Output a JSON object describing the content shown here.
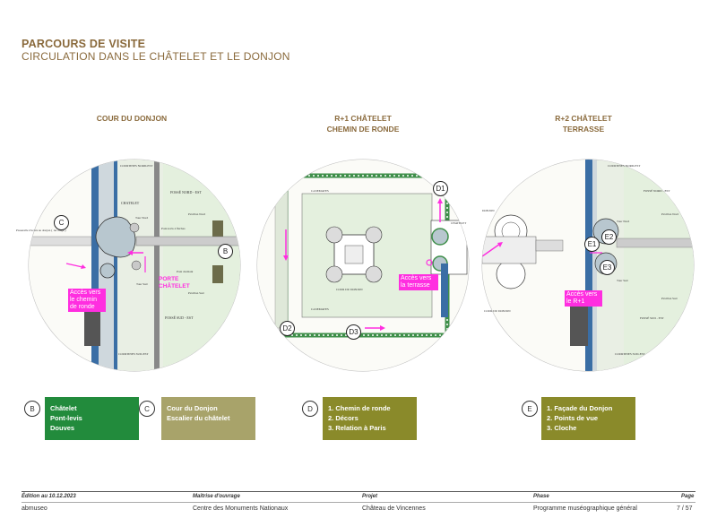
{
  "header": {
    "title": "PARCOURS DE VISITE",
    "subtitle": "CIRCULATION DANS LE CHÂTELET ET LE DONJON"
  },
  "plans": [
    {
      "title_line1": "COUR DU DONJON",
      "title_line2": "",
      "markers": [
        "C",
        "B"
      ],
      "labels": {
        "courtines_nord_est": "COURTINES NORD-EST",
        "fosse_nord_est": "FOSSÉ NORD - EST",
        "chatelet": "CHATELET",
        "fosse_sud_est": "FOSSÉ SUD - EST",
        "courtines_sud_est": "COURTINES SUD-EST",
        "tour_nord": "Tour Nord",
        "tour_sud": "Tour Sud",
        "pont_levis": "Pont-levis à fléches",
        "pont_dormant": "Pont dormant",
        "pavillon_nord": "Pavillon Nord",
        "pavillon_sud": "Pavillon Sud",
        "passerelle": "Passerelle d'accès au donjon ( 1er étage )"
      },
      "access_box": "Accès vers le chemin de ronde",
      "access_text": "PORTE CHÂTELET"
    },
    {
      "title_line1": "R+1 CHÂTELET",
      "title_line2": "CHEMIN DE RONDE",
      "markers": [
        "D1",
        "D2",
        "D3"
      ],
      "labels": {
        "casemates_top": "CASEMATES",
        "casemates_bottom": "CASEMATES",
        "cour_du_donjon": "COUR DU DONJON",
        "chatelet": "CHATELET"
      },
      "access_box": "Accès vers la terrasse"
    },
    {
      "title_line1": "R+2 CHÂTELET",
      "title_line2": "TERRASSE",
      "markers": [
        "E1",
        "E2",
        "E3"
      ],
      "labels": {
        "donjon_top": "DONJON",
        "donjon_bottom": "COUR DU DONJON",
        "courtines_nord_est": "COURTINES NORD-EST",
        "fosse_nord_est": "FOSSÉ NORD - EST",
        "fosse_sud_est": "FOSSÉ SUD - EST",
        "courtines_sud_est": "COURTINES SUD-EST",
        "pavillon_nord": "Pavillon Nord",
        "pavillon_sud": "Pavillon Sud",
        "tour_nord": "Tour Nord",
        "tour_sud": "Tour Sud"
      },
      "access_box": "Accès vers le R+1"
    }
  ],
  "legend": [
    {
      "letter": "B",
      "color": "#228b3c",
      "items": [
        "Châtelet",
        "Pont-levis",
        "Douves"
      ]
    },
    {
      "letter": "C",
      "color": "#a8a36a",
      "items": [
        "Cour du Donjon",
        "Escalier du châtelet"
      ]
    },
    {
      "letter": "D",
      "color": "#8a8a2a",
      "items": [
        "1. Chemin de ronde",
        "2. Décors",
        "3. Relation à Paris"
      ]
    },
    {
      "letter": "E",
      "color": "#8a8a2a",
      "items": [
        "1. Façade du Donjon",
        "2. Points de vue",
        "3. Cloche"
      ]
    }
  ],
  "footer": {
    "edition_label": "Édition au 10.12.2023",
    "edition_value": "abmuseo",
    "owner_label": "Maîtrise d'ouvrage",
    "owner_value": "Centre des Monuments Nationaux",
    "project_label": "Projet",
    "project_value": "Château de Vincennes",
    "phase_label": "Phase",
    "phase_value": "Programme muséographique général",
    "page_label": "Page",
    "page_value": "7 / 57"
  },
  "colors": {
    "accent": "#8a6a3c",
    "magenta": "#ff2ee0",
    "moat_blue": "#3a6ea5",
    "lawn": "#e4f0de",
    "plan_green": "#3f8f4a"
  }
}
